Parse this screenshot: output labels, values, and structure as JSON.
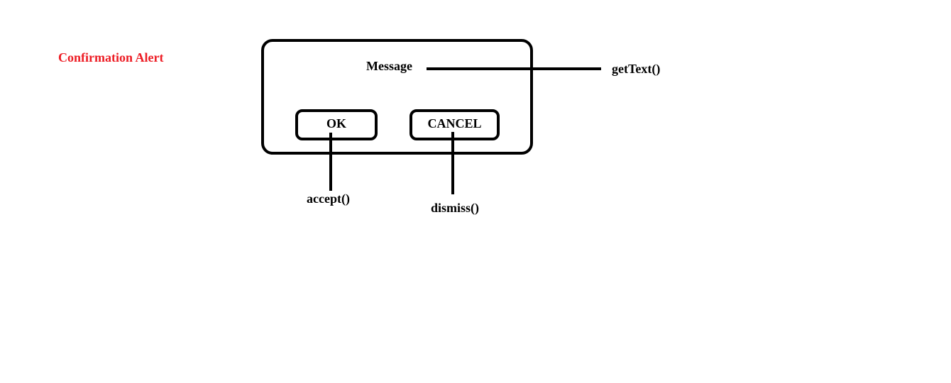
{
  "title": "Confirmation Alert",
  "title_color": "#ed1c24",
  "dialog": {
    "message": "Message",
    "ok_label": "OK",
    "cancel_label": "CANCEL"
  },
  "methods": {
    "message_method": "getText()",
    "ok_method": "accept()",
    "cancel_method": "dismiss()"
  }
}
